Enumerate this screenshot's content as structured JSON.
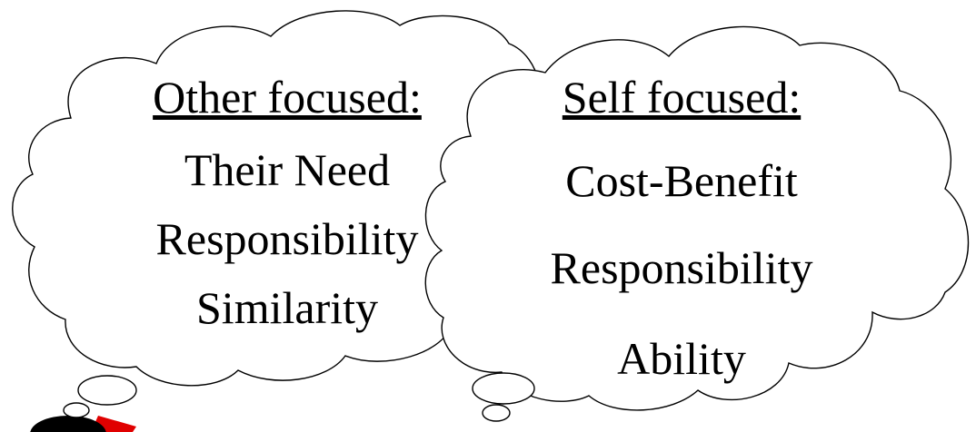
{
  "left_cloud": {
    "heading": "Other focused:",
    "items": [
      "Their Need",
      "Responsibility",
      "Similarity"
    ]
  },
  "right_cloud": {
    "heading": "Self focused:",
    "items": [
      "Cost-Benefit",
      "Responsibility",
      "Ability"
    ]
  },
  "colors": {
    "outline": "#000000",
    "fill": "#ffffff",
    "figure_head": "#000000",
    "figure_accent": "#e00000"
  }
}
